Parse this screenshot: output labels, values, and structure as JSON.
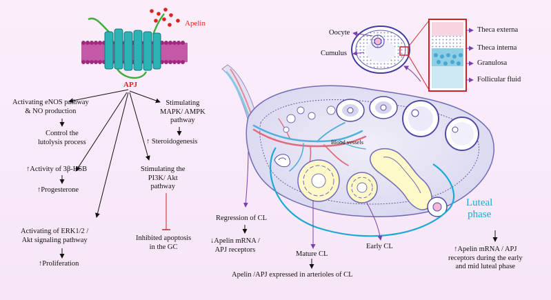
{
  "ligand": "Apelin",
  "receptor": "APJ",
  "pathways": {
    "enos": "Activating eNOS pathway\n& NO production",
    "lutolysis": "Control the\nlutolysis process",
    "hsb": "↑Activity of 3β-HSB",
    "progesterone": "↑Progesterone",
    "erk": "Activating of ERK1/2 /\nAkt signaling pathway",
    "proliferation": "↑Proliferation",
    "pi3k": "Stimulating the\nPI3K/ Akt\npathway",
    "apoptosis": "Inhibited apoptosis\nin the GC",
    "mapk": "Stimulating\nMAPK/ AMPK\npathway",
    "steroidogenesis": "↑ Steroidogenesis"
  },
  "follicle": {
    "oocyte": "Oocyte",
    "cumulus": "Cumulus",
    "theca_externa": "Theca externa",
    "theca_interna": "Theca interna",
    "granulosa": "Granulosa",
    "follicular_fluid": "Follicular fluid"
  },
  "ovary": {
    "blood_vessels": "Blood vessels",
    "regression": "Regression of CL",
    "regression_effect": "↓Apelin mRNA /\nAPJ receptors",
    "mature_cl": "Mature CL",
    "mature_effect": "Apelin /APJ expressed in arterioles of CL",
    "early_cl": "Early CL",
    "luteal_phase": "Luteal\nphase",
    "luteal_effect": "↑Apelin mRNA / APJ\nreceptors during the early\nand mid luteal phase"
  },
  "colors": {
    "apelin": "#e0221e",
    "membrane": "#a0267e",
    "receptor": "#2cb3b6",
    "luteal": "#1aa8d6",
    "arrow_purple": "#7a3fa8"
  }
}
